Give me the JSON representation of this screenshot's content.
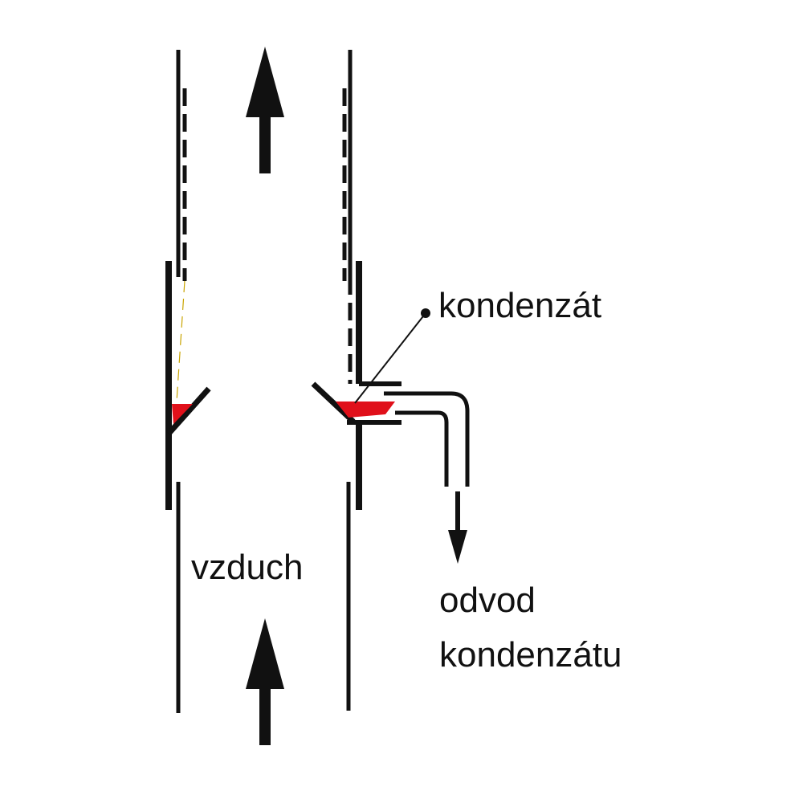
{
  "labels": {
    "condensate": "kondenzát",
    "air": "vzduch",
    "drain_line1": "odvod",
    "drain_line2": "kondenzátu"
  },
  "colors": {
    "stroke": "#111111",
    "condensate": "#e0101a",
    "background": "#ffffff"
  }
}
